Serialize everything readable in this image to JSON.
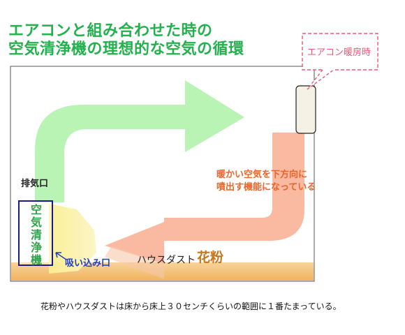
{
  "title": {
    "line1": "エアコンと組み合わせた時の",
    "line2": "空気清浄機の理想的な空気の循環"
  },
  "callout": {
    "label": "エアコン暖房時"
  },
  "labels": {
    "exhaust": "排気口",
    "purifier": "空気清浄機",
    "intake": "吸い込み口",
    "dust": "ハウスダスト",
    "pollen": "花粉",
    "warm_air_line1": "暖かい空気を下方向に",
    "warm_air_line2": "噴出す機能になっている"
  },
  "footnote": "花粉やハウスダストは床から床上３０センチくらいの範囲に１番たまっている。",
  "colors": {
    "title": "#22b14c",
    "green_arrow": "#b4f5b0",
    "yellow_zone": "#fbf2a8",
    "floor": "#f4c27a",
    "warm_arrow": "#f9b69c",
    "callout": "#e65a75",
    "purifier_border": "#1a1a8c"
  },
  "icons": [
    "green-airflow-arrow",
    "warm-airflow-arrow",
    "intake-arrow",
    "air-conditioner-unit"
  ]
}
